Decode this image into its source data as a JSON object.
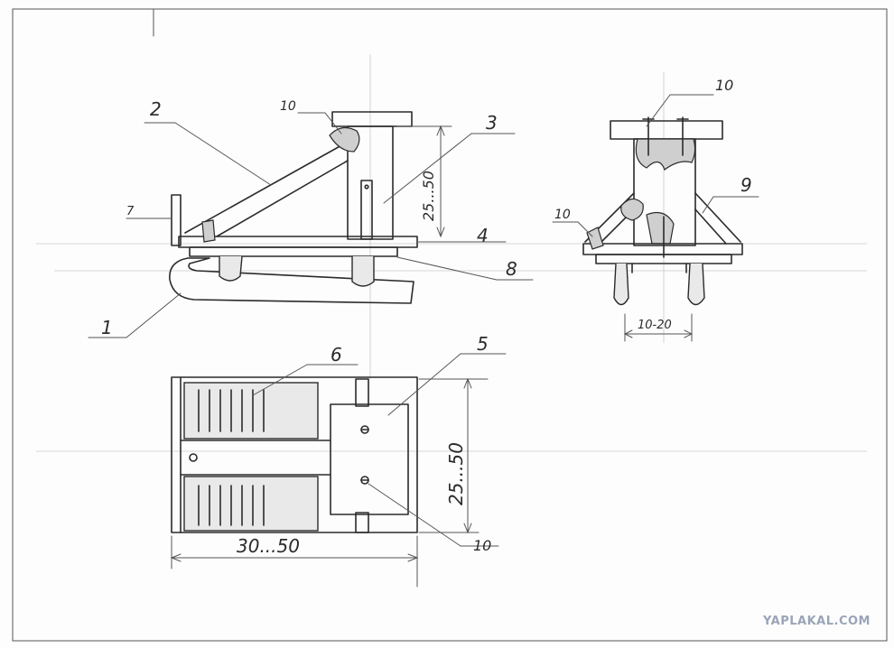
{
  "drawing": {
    "side_view": {
      "callouts": {
        "c1": "1",
        "c2": "2",
        "c3": "3",
        "c4": "4",
        "c7": "7",
        "c8": "8",
        "c10": "10"
      },
      "dim_height": "25...50"
    },
    "end_view": {
      "callouts": {
        "c9": "9",
        "c10_top": "10",
        "c10_left": "10"
      },
      "dim_width": "10-20"
    },
    "plan_view": {
      "callouts": {
        "c5": "5",
        "c6": "6",
        "c10": "10"
      },
      "dim_width": "30...50",
      "dim_height": "25...50"
    }
  },
  "watermark": "YAPLAKAL.COM",
  "colors": {
    "ink": "#2b2b2b",
    "paper": "#fdfdfd",
    "watermark": "#9aa5b8"
  }
}
